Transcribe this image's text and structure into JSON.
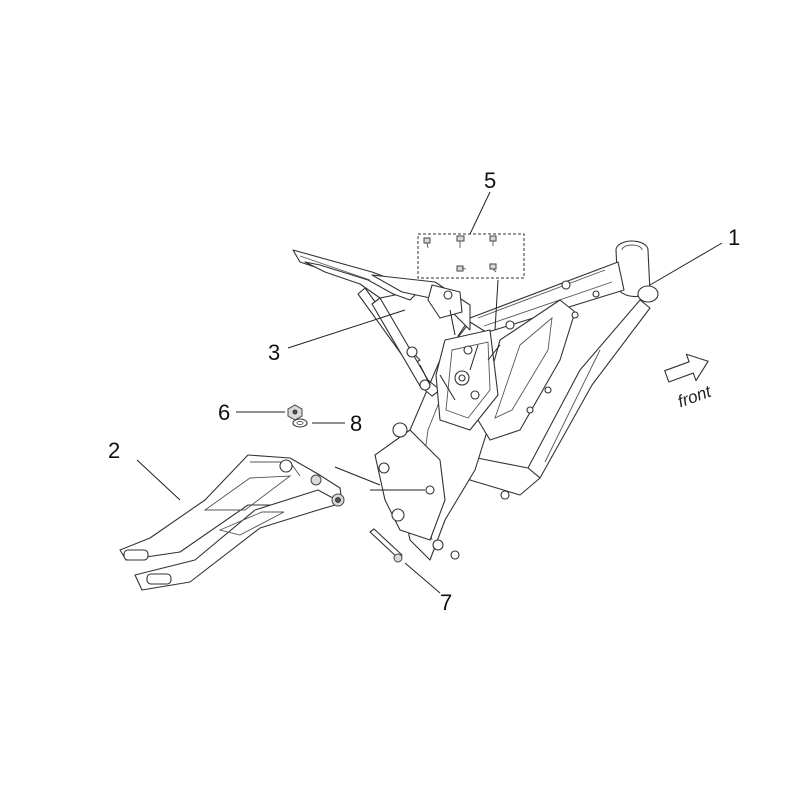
{
  "callouts": {
    "c1": "1",
    "c2": "2",
    "c3": "3",
    "c5": "5",
    "c6": "6",
    "c7": "7",
    "c8": "8"
  },
  "direction": {
    "label": "front",
    "icon": "arrow-right-icon"
  },
  "colors": {
    "line": "#222222",
    "fill": "#ffffff",
    "shade": "#d9d9d9"
  }
}
